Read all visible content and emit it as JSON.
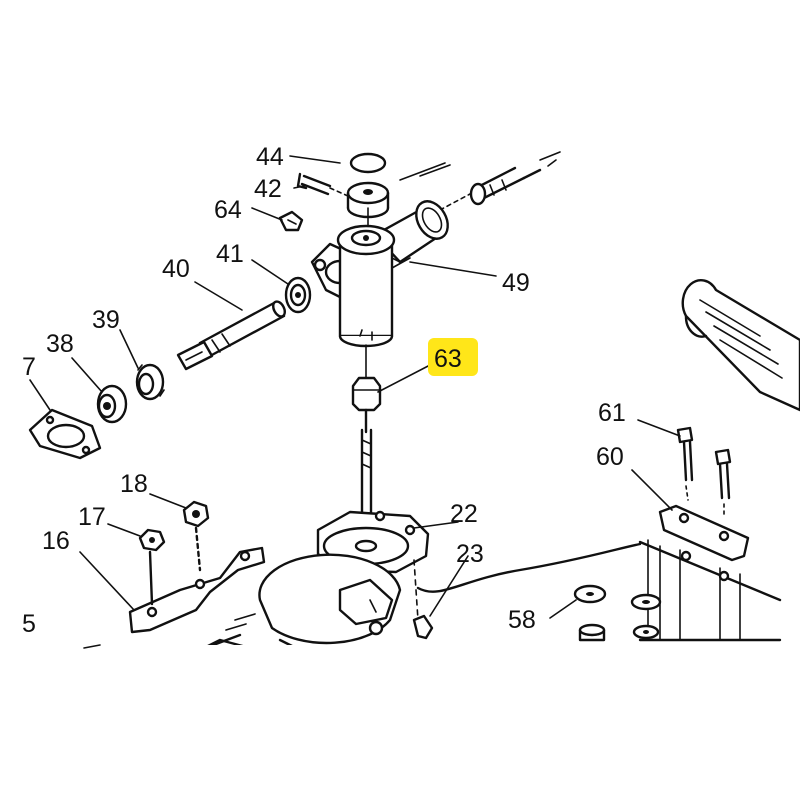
{
  "callouts": {
    "c44": "44",
    "c42": "42",
    "c64": "64",
    "c41": "41",
    "c40": "40",
    "c39": "39",
    "c38": "38",
    "c7": "7",
    "c49": "49",
    "c63": "63",
    "c61": "61",
    "c60": "60",
    "c18": "18",
    "c17": "17",
    "c16": "16",
    "c22": "22",
    "c23": "23",
    "c58": "58",
    "c5": "5"
  },
  "highlight": {
    "callout": "63",
    "color": "#ffe619"
  }
}
